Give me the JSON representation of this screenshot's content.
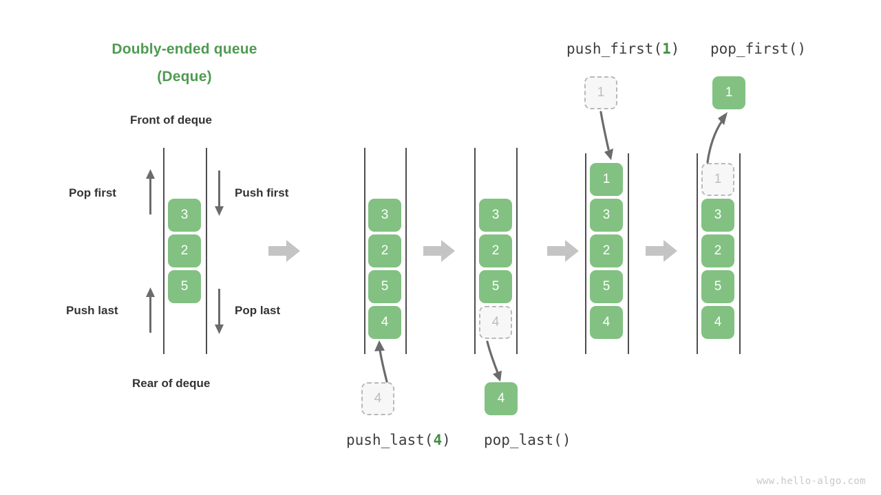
{
  "title": {
    "line1": "Doubly-ended queue",
    "line2": "(Deque)",
    "color": "#4e9b51"
  },
  "labels": {
    "front": "Front of deque",
    "rear": "Rear of deque",
    "pop_first": "Pop first",
    "push_first": "Push first",
    "push_last": "Push last",
    "pop_last": "Pop last"
  },
  "colors": {
    "element_fill": "#82c182",
    "element_text": "#ffffff",
    "ghost_fill": "#f7f7f7",
    "ghost_border": "#b9b9b9",
    "ghost_text": "#bdbdbd",
    "rail": "#4d4d4d",
    "transition_arrow": "#c4c4c4",
    "motion_arrow": "#6b6b6b",
    "caption_text": "#333333",
    "accent_green": "#3f8f45"
  },
  "panels": [
    {
      "id": "overview",
      "name": "deque-overview",
      "elements": [
        "3",
        "2",
        "5"
      ]
    },
    {
      "id": "state-initial",
      "name": "deque-state-initial",
      "elements": [
        "3",
        "2",
        "5",
        "4"
      ],
      "incoming": {
        "value": "4",
        "state": "ghost"
      }
    },
    {
      "id": "state-pop-last",
      "name": "deque-state-pop-last",
      "elements": [
        "3",
        "2",
        "5"
      ],
      "leaving_in_place": {
        "value": "4",
        "state": "ghost"
      },
      "outgoing": {
        "value": "4",
        "state": "filled"
      }
    },
    {
      "id": "state-push-first",
      "name": "deque-state-push-first",
      "elements": [
        "1",
        "3",
        "2",
        "5",
        "4"
      ],
      "incoming": {
        "value": "1",
        "state": "ghost"
      }
    },
    {
      "id": "state-pop-first",
      "name": "deque-state-pop-first",
      "elements": [
        "3",
        "2",
        "5",
        "4"
      ],
      "leaving_in_place": {
        "value": "1",
        "state": "ghost"
      },
      "outgoing": {
        "value": "1",
        "state": "filled"
      }
    }
  ],
  "operations": {
    "push_last": {
      "name": "push_last",
      "open": "(",
      "arg": "4",
      "close": ")"
    },
    "pop_last": {
      "name": "pop_last",
      "open": "(",
      "arg": "",
      "close": ")"
    },
    "push_first": {
      "name": "push_first",
      "open": "(",
      "arg": "1",
      "close": ")"
    },
    "pop_first": {
      "name": "pop_first",
      "open": "(",
      "arg": "",
      "close": ")"
    }
  },
  "watermark": "www.hello-algo.com"
}
